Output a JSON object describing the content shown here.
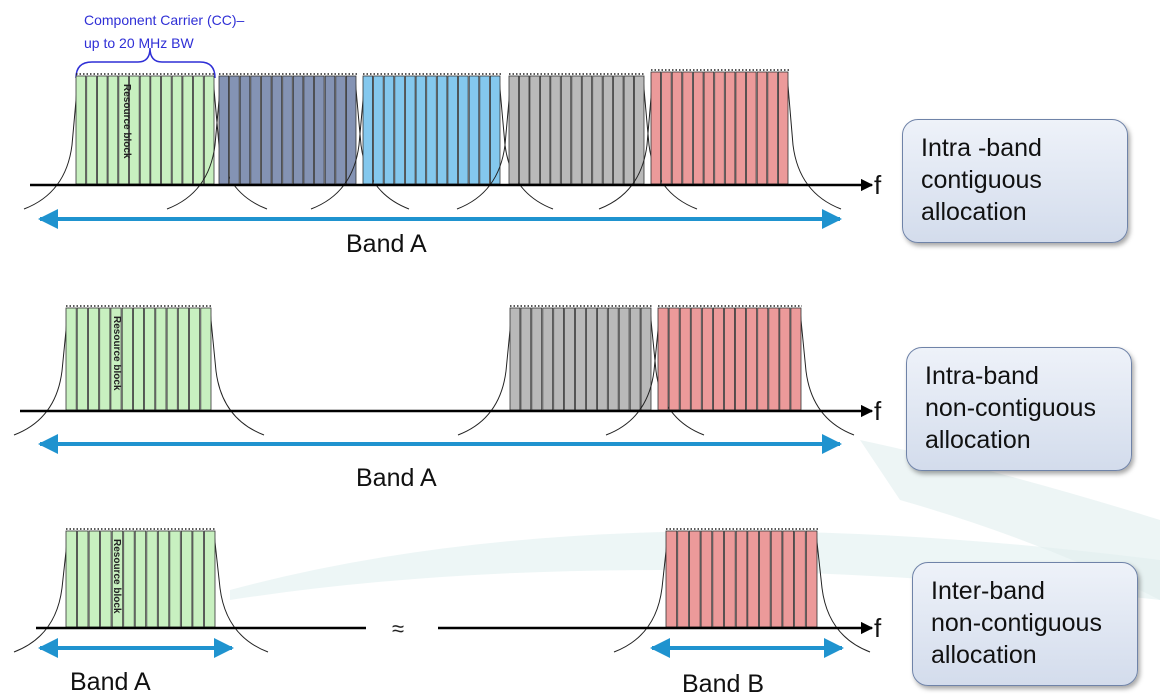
{
  "cc_annotation": [
    "Component Carrier (CC)–",
    "up to 20 MHz BW"
  ],
  "resource_block_label": "Resource block",
  "axis_symbol": "f",
  "approx_symbol": "≈",
  "rows": [
    {
      "box_lines": [
        "Intra -band",
        "contiguous",
        "allocation"
      ],
      "bands": [
        "Band A"
      ],
      "carriers": [
        "green",
        "navy",
        "cyan",
        "gray",
        "red"
      ]
    },
    {
      "box_lines": [
        "Intra-band",
        "non-contiguous",
        "allocation"
      ],
      "bands": [
        "Band A"
      ],
      "carriers": [
        "green",
        "gray",
        "red"
      ]
    },
    {
      "box_lines": [
        "Inter-band",
        "non-contiguous",
        "allocation"
      ],
      "bands": [
        "Band A",
        "Band B"
      ],
      "carriers": [
        "green",
        "red"
      ]
    }
  ],
  "colors": {
    "arrow": "#1f93cf",
    "axis": "#000000",
    "green": "#c8f0c0",
    "navy": "#8493b4",
    "cyan": "#84c8ee",
    "gray": "#b9b9b9",
    "red": "#ec9a9a",
    "box_border": "#6f83a8",
    "annotation": "#2f2fd6"
  }
}
